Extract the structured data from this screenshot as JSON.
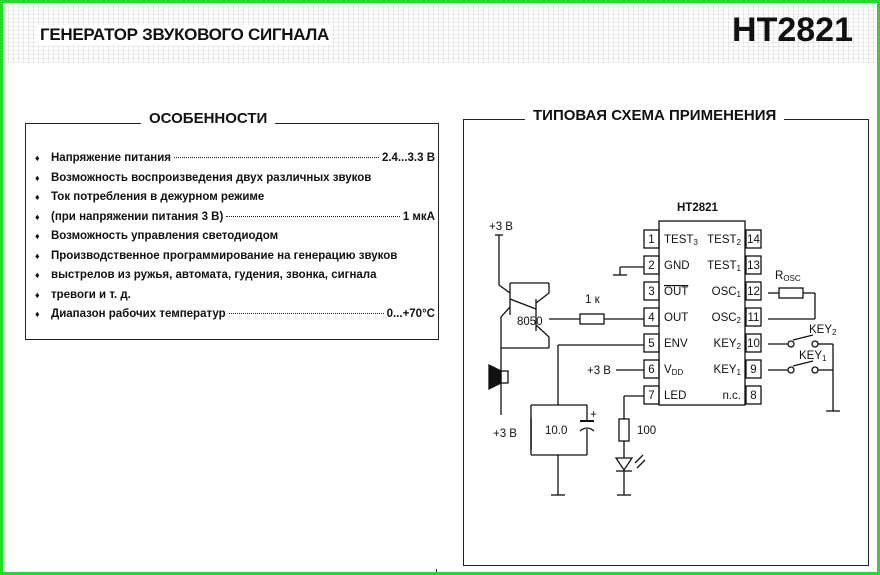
{
  "header": {
    "title": "ГЕНЕРАТОР ЗВУКОВОГО СИГНАЛА",
    "chip": "HT2821"
  },
  "features": {
    "title": "ОСОБЕННОСТИ",
    "items": [
      {
        "text": "Напряжение питания",
        "value": "2.4...3.3 В"
      },
      {
        "text": "Возможность воспроизведения двух различных звуков"
      },
      {
        "text": "Ток потребления в дежурном режиме"
      },
      {
        "text": "(при напряжении питания 3 В)",
        "value": "1 мкА"
      },
      {
        "text": "Возможность управления светодиодом"
      },
      {
        "text": "Производственное программирование на генерацию звуков"
      },
      {
        "text": "выстрелов из ружья, автомата, гудения, звонка, сигнала"
      },
      {
        "text": "тревоги и т. д."
      },
      {
        "text": "Диапазон рабочих температур",
        "value": "0...+70°C"
      }
    ]
  },
  "schematic": {
    "title": "ТИПОВАЯ СХЕМА ПРИМЕНЕНИЯ",
    "chip_label": "HT2821",
    "pins_left": [
      {
        "num": "1",
        "name": "TEST",
        "sub": "3"
      },
      {
        "num": "2",
        "name": "GND"
      },
      {
        "num": "3",
        "name": "OUT",
        "overline": true
      },
      {
        "num": "4",
        "name": "OUT"
      },
      {
        "num": "5",
        "name": "ENV"
      },
      {
        "num": "6",
        "name": "V",
        "sub": "DD"
      },
      {
        "num": "7",
        "name": "LED"
      }
    ],
    "pins_right": [
      {
        "num": "14",
        "name": "TEST",
        "sub": "2"
      },
      {
        "num": "13",
        "name": "TEST",
        "sub": "1"
      },
      {
        "num": "12",
        "name": "OSC",
        "sub": "1"
      },
      {
        "num": "11",
        "name": "OSC",
        "sub": "2"
      },
      {
        "num": "10",
        "name": "KEY",
        "sub": "2"
      },
      {
        "num": "9",
        "name": "KEY",
        "sub": "1"
      },
      {
        "num": "8",
        "name": "n.c."
      }
    ],
    "labels": {
      "vplus_top": "+3 В",
      "vplus_vdd": "+3 В",
      "vplus_cap": "+3 В",
      "transistor": "8050",
      "resistor_base": "1 к",
      "capacitor": "10.0",
      "cap_plus": "+",
      "resistor_led": "100",
      "rosc_main": "R",
      "rosc_sub": "OSC",
      "key2_main": "KEY",
      "key2_sub": "2",
      "key1_main": "KEY",
      "key1_sub": "1"
    }
  }
}
